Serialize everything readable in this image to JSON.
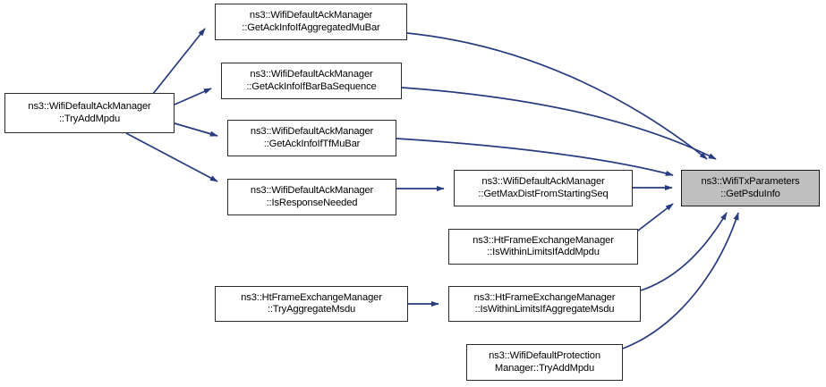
{
  "diagram": {
    "kind": "doxygen-call-graph",
    "title": "ns3::WifiTxParameters::GetPsduInfo caller graph",
    "background_color": "#ffffff",
    "node_fill_color": "#ffffff",
    "node_border_color": "#2b2b2b",
    "highlight_fill_color": "#bfbfbf",
    "edge_color": "#283a80",
    "text_color": "#000000"
  },
  "nodes": [
    {
      "id": "try-add-mpdu",
      "line1": "ns3::WifiDefaultAckManager",
      "line2": "::TryAddMpdu",
      "highlighted": false
    },
    {
      "id": "get-ack-info-if-aggregated-mu-bar",
      "line1": "ns3::WifiDefaultAckManager",
      "line2": "::GetAckInfoIfAggregatedMuBar",
      "highlighted": false
    },
    {
      "id": "get-ack-info-if-bar-ba-sequence",
      "line1": "ns3::WifiDefaultAckManager",
      "line2": "::GetAckInfoIfBarBaSequence",
      "highlighted": false
    },
    {
      "id": "get-ack-info-if-tf-mu-bar",
      "line1": "ns3::WifiDefaultAckManager",
      "line2": "::GetAckInfoIfTfMuBar",
      "highlighted": false
    },
    {
      "id": "is-response-needed",
      "line1": "ns3::WifiDefaultAckManager",
      "line2": "::IsResponseNeeded",
      "highlighted": false
    },
    {
      "id": "get-max-dist-from-starting-seq",
      "line1": "ns3::WifiDefaultAckManager",
      "line2": "::GetMaxDistFromStartingSeq",
      "highlighted": false
    },
    {
      "id": "is-within-limits-if-add-mpdu",
      "line1": "ns3::HtFrameExchangeManager",
      "line2": "::IsWithinLimitsIfAddMpdu",
      "highlighted": false
    },
    {
      "id": "try-aggregate-msdu",
      "line1": "ns3::HtFrameExchangeManager",
      "line2": "::TryAggregateMsdu",
      "highlighted": false
    },
    {
      "id": "is-within-limits-if-aggregate-msdu",
      "line1": "ns3::HtFrameExchangeManager",
      "line2": "::IsWithinLimitsIfAggregateMsdu",
      "highlighted": false
    },
    {
      "id": "protection-try-add-mpdu",
      "line1": "ns3::WifiDefaultProtection",
      "line2": "Manager::TryAddMpdu",
      "highlighted": false
    },
    {
      "id": "get-psdu-info",
      "line1": "ns3::WifiTxParameters",
      "line2": "::GetPsduInfo",
      "highlighted": true
    }
  ],
  "edges": [
    {
      "from": "try-add-mpdu",
      "to": "get-ack-info-if-aggregated-mu-bar"
    },
    {
      "from": "try-add-mpdu",
      "to": "get-ack-info-if-bar-ba-sequence"
    },
    {
      "from": "try-add-mpdu",
      "to": "get-ack-info-if-tf-mu-bar"
    },
    {
      "from": "try-add-mpdu",
      "to": "is-response-needed"
    },
    {
      "from": "get-ack-info-if-aggregated-mu-bar",
      "to": "get-psdu-info"
    },
    {
      "from": "get-ack-info-if-bar-ba-sequence",
      "to": "get-psdu-info"
    },
    {
      "from": "get-ack-info-if-tf-mu-bar",
      "to": "get-psdu-info"
    },
    {
      "from": "is-response-needed",
      "to": "get-max-dist-from-starting-seq"
    },
    {
      "from": "get-max-dist-from-starting-seq",
      "to": "get-psdu-info"
    },
    {
      "from": "is-within-limits-if-add-mpdu",
      "to": "get-psdu-info"
    },
    {
      "from": "try-aggregate-msdu",
      "to": "is-within-limits-if-aggregate-msdu"
    },
    {
      "from": "is-within-limits-if-aggregate-msdu",
      "to": "get-psdu-info"
    },
    {
      "from": "protection-try-add-mpdu",
      "to": "get-psdu-info"
    }
  ]
}
